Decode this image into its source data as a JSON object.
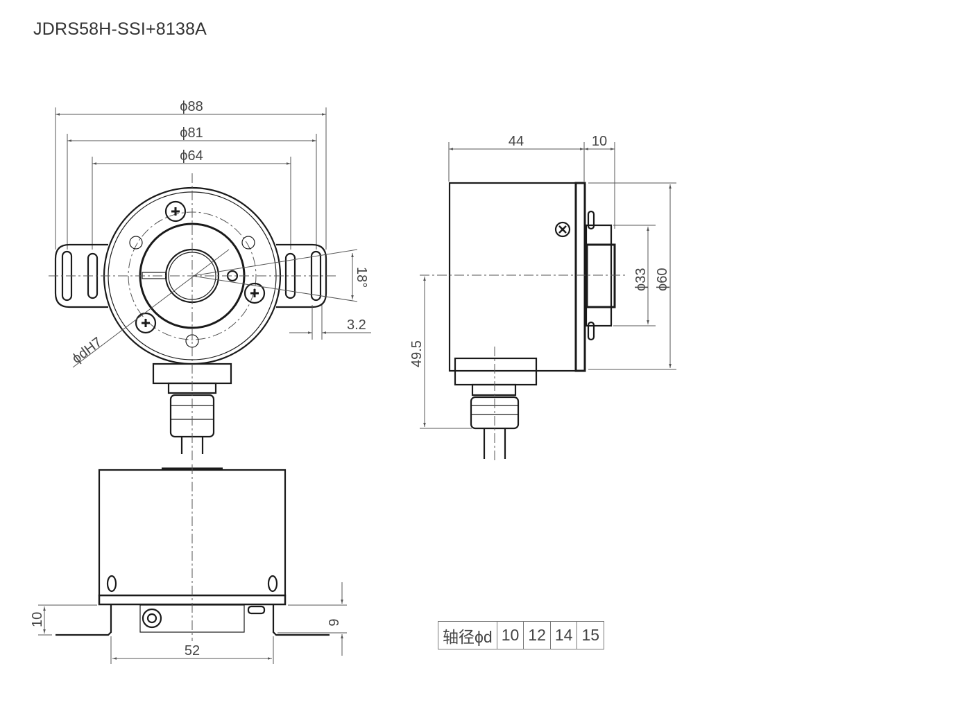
{
  "title": "JDRS58H-SSI+8138A",
  "front_view": {
    "dims": {
      "d88": "ϕ88",
      "d81": "ϕ81",
      "d64": "ϕ64",
      "angle": "18°",
      "slot": "3.2",
      "bore": "ϕdH7"
    }
  },
  "side_view": {
    "dims": {
      "length": "44",
      "shaft": "10",
      "d33": "ϕ33",
      "d60": "ϕ60",
      "height": "49.5"
    }
  },
  "bottom_view": {
    "dims": {
      "span": "52",
      "left_height": "10",
      "right_height": "9"
    }
  },
  "shaft_table": {
    "header": "轴径ϕd",
    "values": [
      "10",
      "12",
      "14",
      "15"
    ]
  }
}
